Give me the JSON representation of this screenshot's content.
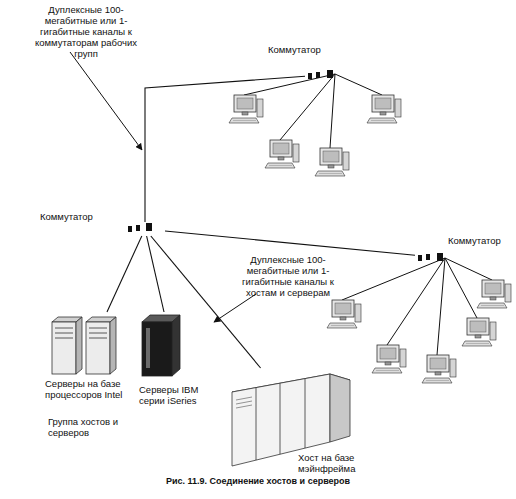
{
  "diagram": {
    "caption": "Рис. 11.9. Соединение хостов и серверов",
    "nodes": [
      {
        "text": [
          "Коммутатор"
        ]
      },
      {
        "text": [
          "Коммутатор"
        ]
      },
      {
        "text": [
          "Коммутатор"
        ]
      },
      {
        "text": [
          "Серверы на базе процессоров Intel"
        ]
      },
      {
        "text": [
          "Серверы IBM серии iSeries"
        ]
      },
      {
        "text": [
          "Хост на базе мэйнфрейма"
        ]
      }
    ],
    "edges": [
      {
        "from": 1,
        "to": 0,
        "arrow": "none"
      },
      {
        "from": 1,
        "to": 2,
        "arrow": "none"
      },
      {
        "from": 1,
        "to": 3,
        "arrow": "none"
      },
      {
        "from": 1,
        "to": 4,
        "arrow": "none"
      },
      {
        "from": 1,
        "to": 5,
        "arrow": "none"
      }
    ],
    "labels": [
      "Дуплексные 100-мегабитные или 1-гигабитные каналы к коммутаторам рабочих групп",
      "Дуплексные 100-мегабитные или 1-гигабитные каналы к хостам и серверам",
      "Группа хостов и серверов"
    ]
  }
}
